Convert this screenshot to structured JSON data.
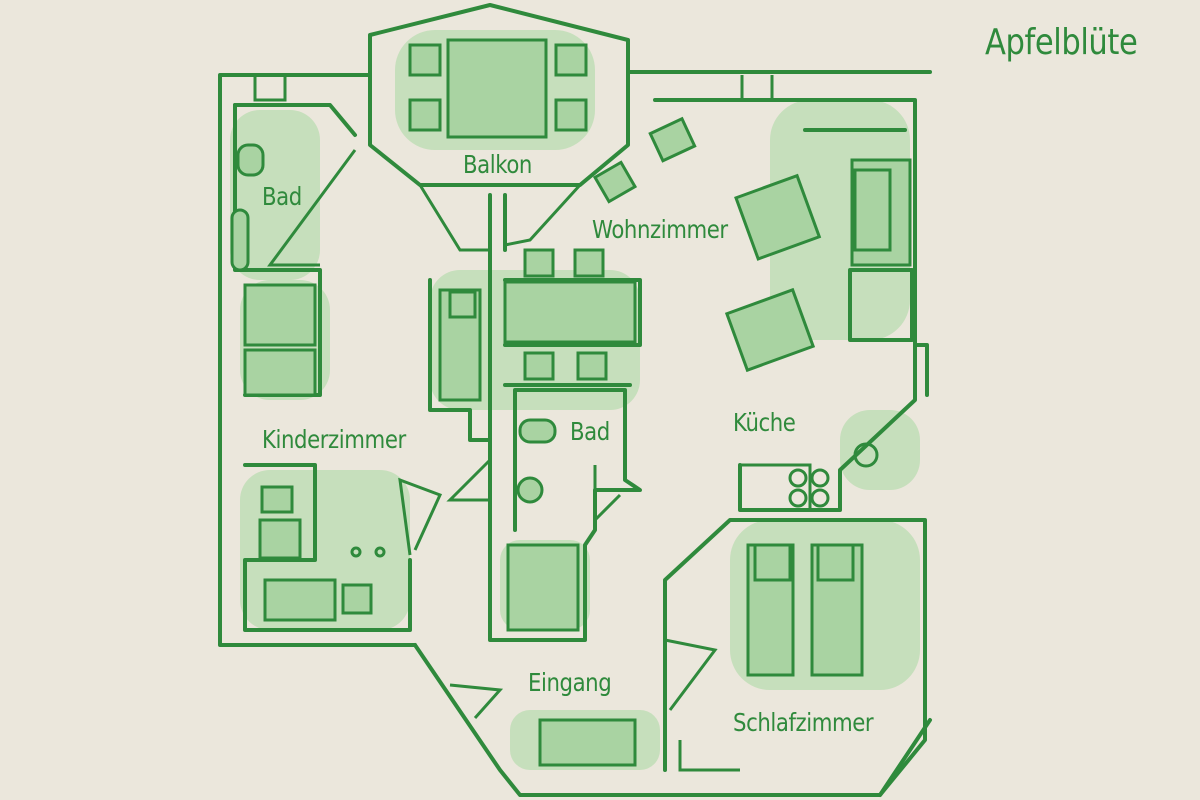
{
  "title": "Apfelblüte",
  "rooms": {
    "balkon": "Balkon",
    "bad_top": "Bad",
    "wohnzimmer": "Wohnzimmer",
    "kinderzimmer": "Kinderzimmer",
    "bad_middle": "Bad",
    "kueche": "Küche",
    "eingang": "Eingang",
    "schlafzimmer": "Schlafzimmer"
  },
  "colors": {
    "line": "#2f8a3c",
    "fill": "#a9d3a2",
    "background": "#ebe7dc"
  }
}
